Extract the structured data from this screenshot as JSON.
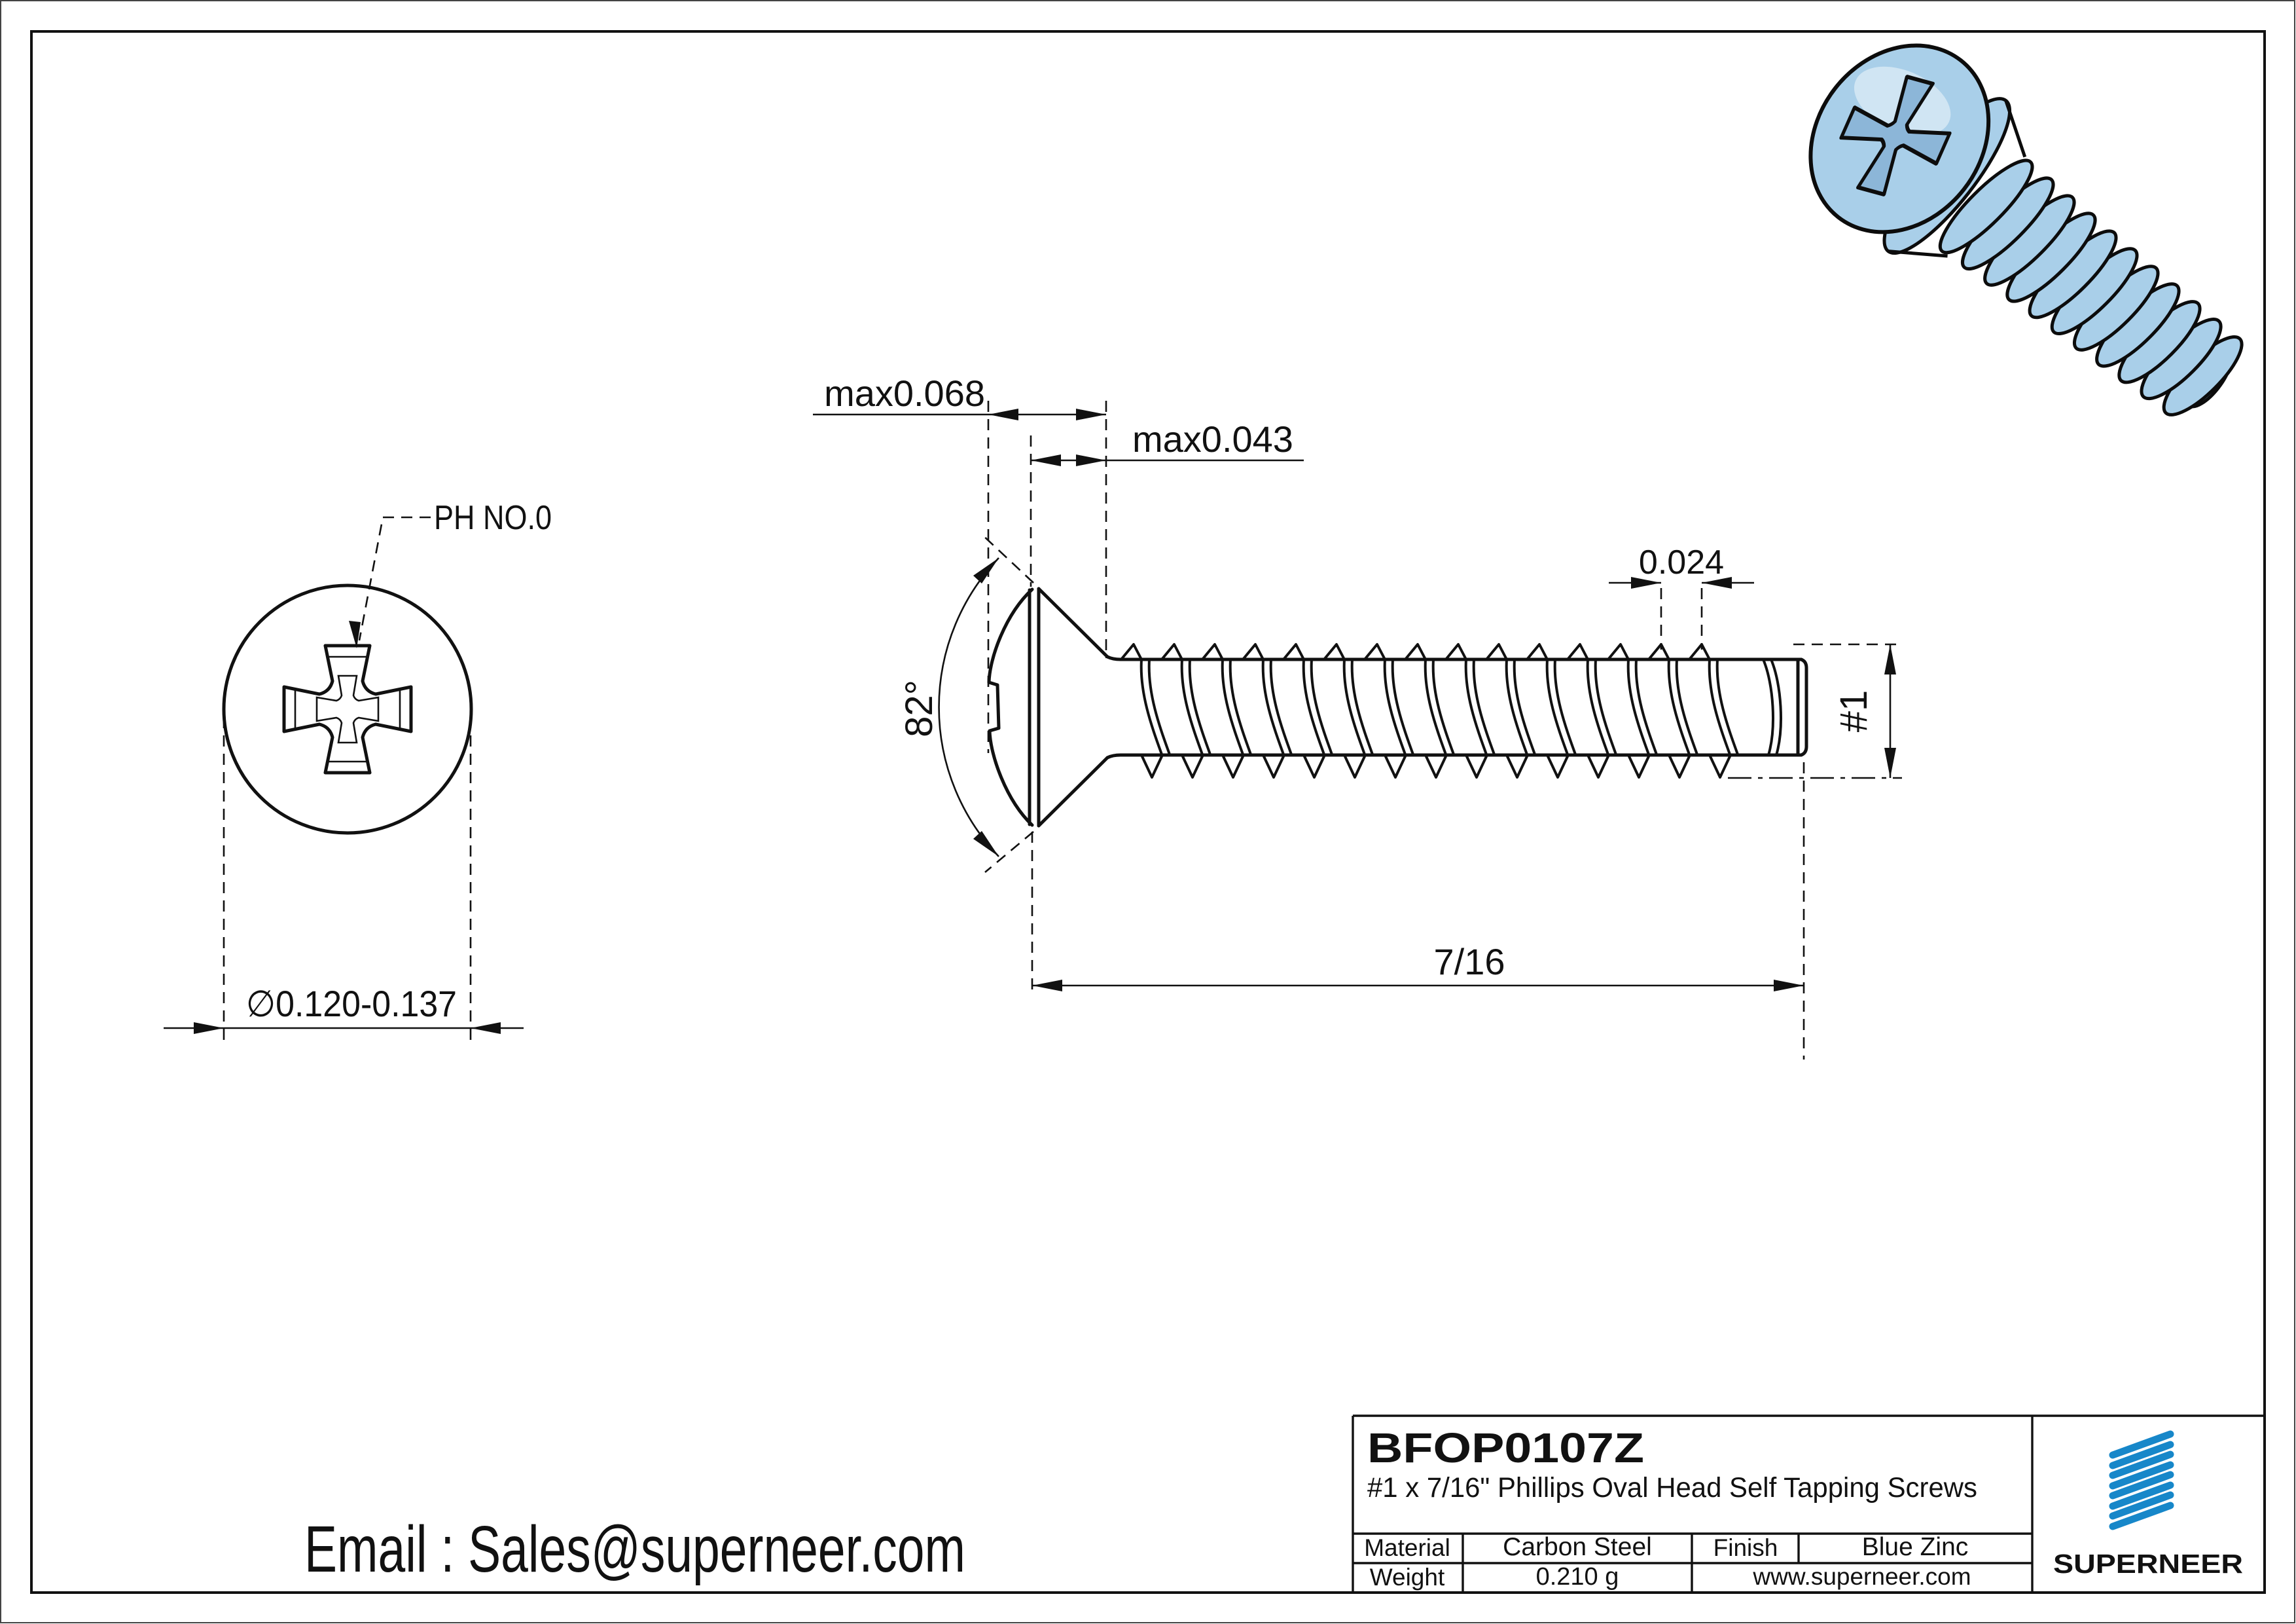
{
  "page": {
    "email": "Email : Sales@superneer.com"
  },
  "front_view": {
    "drive_label": "PH NO.0",
    "head_diameter": "∅0.120-0.137"
  },
  "side_view": {
    "head_height_max": "max0.068",
    "countersink_height_max": "max0.043",
    "countersink_angle": "82°",
    "thread_pitch": "0.024",
    "thread_size": "#1",
    "length": "7/16"
  },
  "title_block": {
    "part_number": "BFOP0107Z",
    "description": "#1 x 7/16\" Phillips Oval Head Self Tapping Screws",
    "material_label": "Material",
    "material_value": "Carbon Steel",
    "finish_label": "Finish",
    "finish_value": "Blue Zinc",
    "weight_label": "Weight",
    "weight_value": "0.210 g",
    "website": "www.superneer.com",
    "brand_name": "SUPERNEER"
  },
  "colors": {
    "brand_blue": "#1787c9",
    "link_blue": "#1a7fd4",
    "screw_body": "#a9cfe9",
    "screw_recess": "#8cb6d8",
    "line_black": "#111111"
  }
}
